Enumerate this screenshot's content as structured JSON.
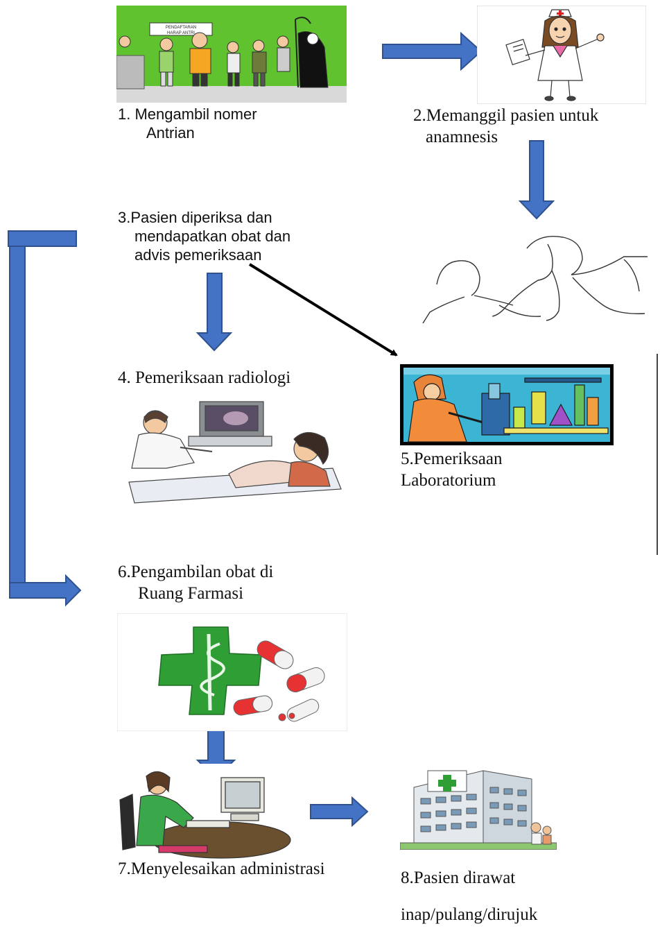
{
  "steps": {
    "s1": {
      "line1": "1. Mengambil nomer",
      "line2": "Antrian",
      "sign_top": "PENDAFTARAN",
      "sign_bottom": "HARAP ANTRI"
    },
    "s2": {
      "line1": "2.Memanggil pasien untuk",
      "line2": "anamnesis"
    },
    "s3": {
      "line1": "3.Pasien diperiksa dan",
      "line2": "mendapatkan obat dan",
      "line3": "advis pemeriksaan"
    },
    "s4": {
      "line1": "4. Pemeriksaan radiologi"
    },
    "s5": {
      "line1": "5.Pemeriksaan",
      "line2": "Laboratorium"
    },
    "s6": {
      "line1": "6.Pengambilan obat di",
      "line2": "Ruang Farmasi"
    },
    "s7": {
      "line1": "7.Menyelesaikan administrasi"
    },
    "s8": {
      "line1": "8.Pasien dirawat",
      "line2": "inap/pulang/dirujuk"
    }
  },
  "colors": {
    "arrow_fill": "#4472c4",
    "arrow_stroke": "#2f528f",
    "connector": "#000000",
    "pharmacy_cross": "#2e9e35",
    "hospital_cross": "#2e9e35",
    "queue_bg": "#5fc22e"
  }
}
